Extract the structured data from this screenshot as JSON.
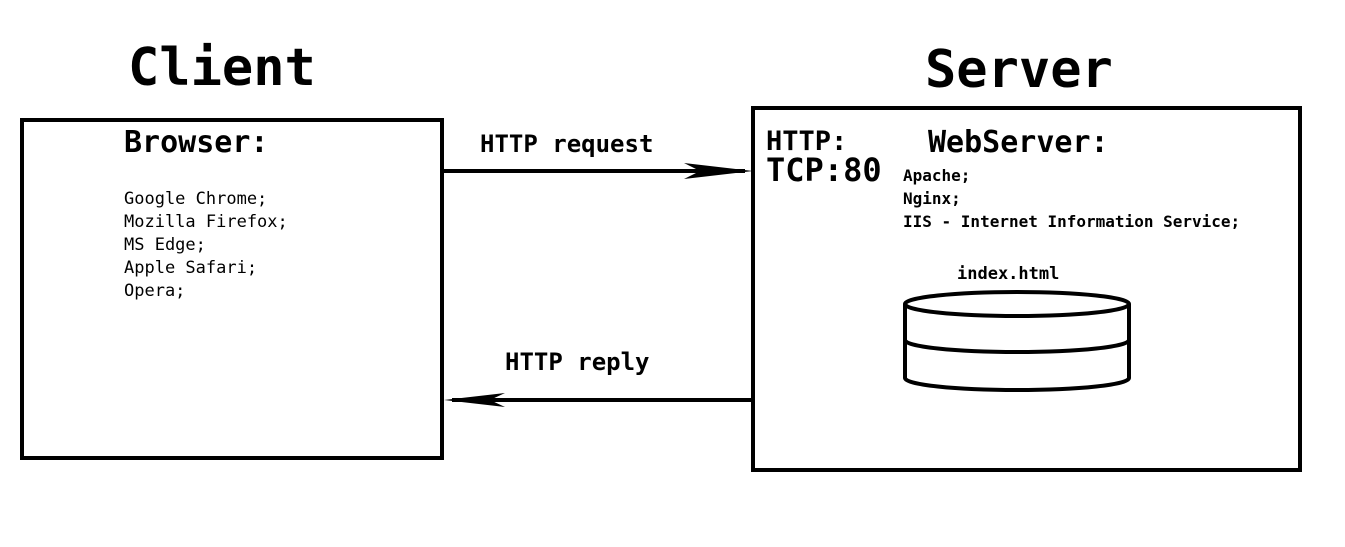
{
  "client": {
    "heading": "Client",
    "box_title": "Browser:",
    "items": [
      "Google Chrome;",
      "Mozilla Firefox;",
      "MS Edge;",
      "Apple Safari;",
      "Opera;"
    ]
  },
  "server": {
    "heading": "Server",
    "protocol_label": "HTTP:",
    "port_label": "TCP:80",
    "box_title": "WebServer:",
    "items": [
      "Apache;",
      "Nginx;",
      "IIS - Internet Information Service;"
    ],
    "storage_label": "index.html"
  },
  "edges": {
    "request_label": "HTTP request",
    "reply_label": "HTTP reply"
  },
  "colors": {
    "line": "#000000",
    "background": "#ffffff"
  }
}
